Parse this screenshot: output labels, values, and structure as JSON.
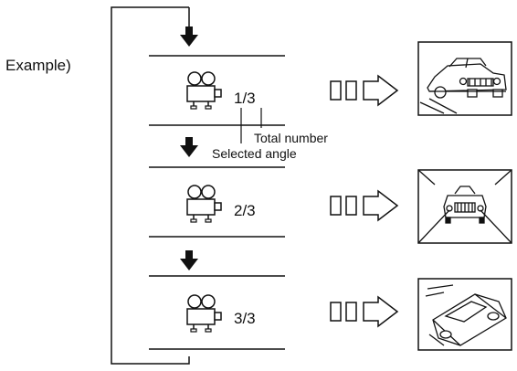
{
  "example_label": "Example)",
  "angles": [
    {
      "fraction": "1/3",
      "view": "front-left view of car"
    },
    {
      "fraction": "2/3",
      "view": "front view of car on road"
    },
    {
      "fraction": "3/3",
      "view": "overhead angled view of car"
    }
  ],
  "annotations": {
    "total_number": "Total number",
    "selected_angle": "Selected angle"
  },
  "icons": {
    "camera": "camera-angle-icon",
    "arrow_down": "down-arrow-icon",
    "hollow_arrow": "hollow-right-arrow-icon"
  }
}
